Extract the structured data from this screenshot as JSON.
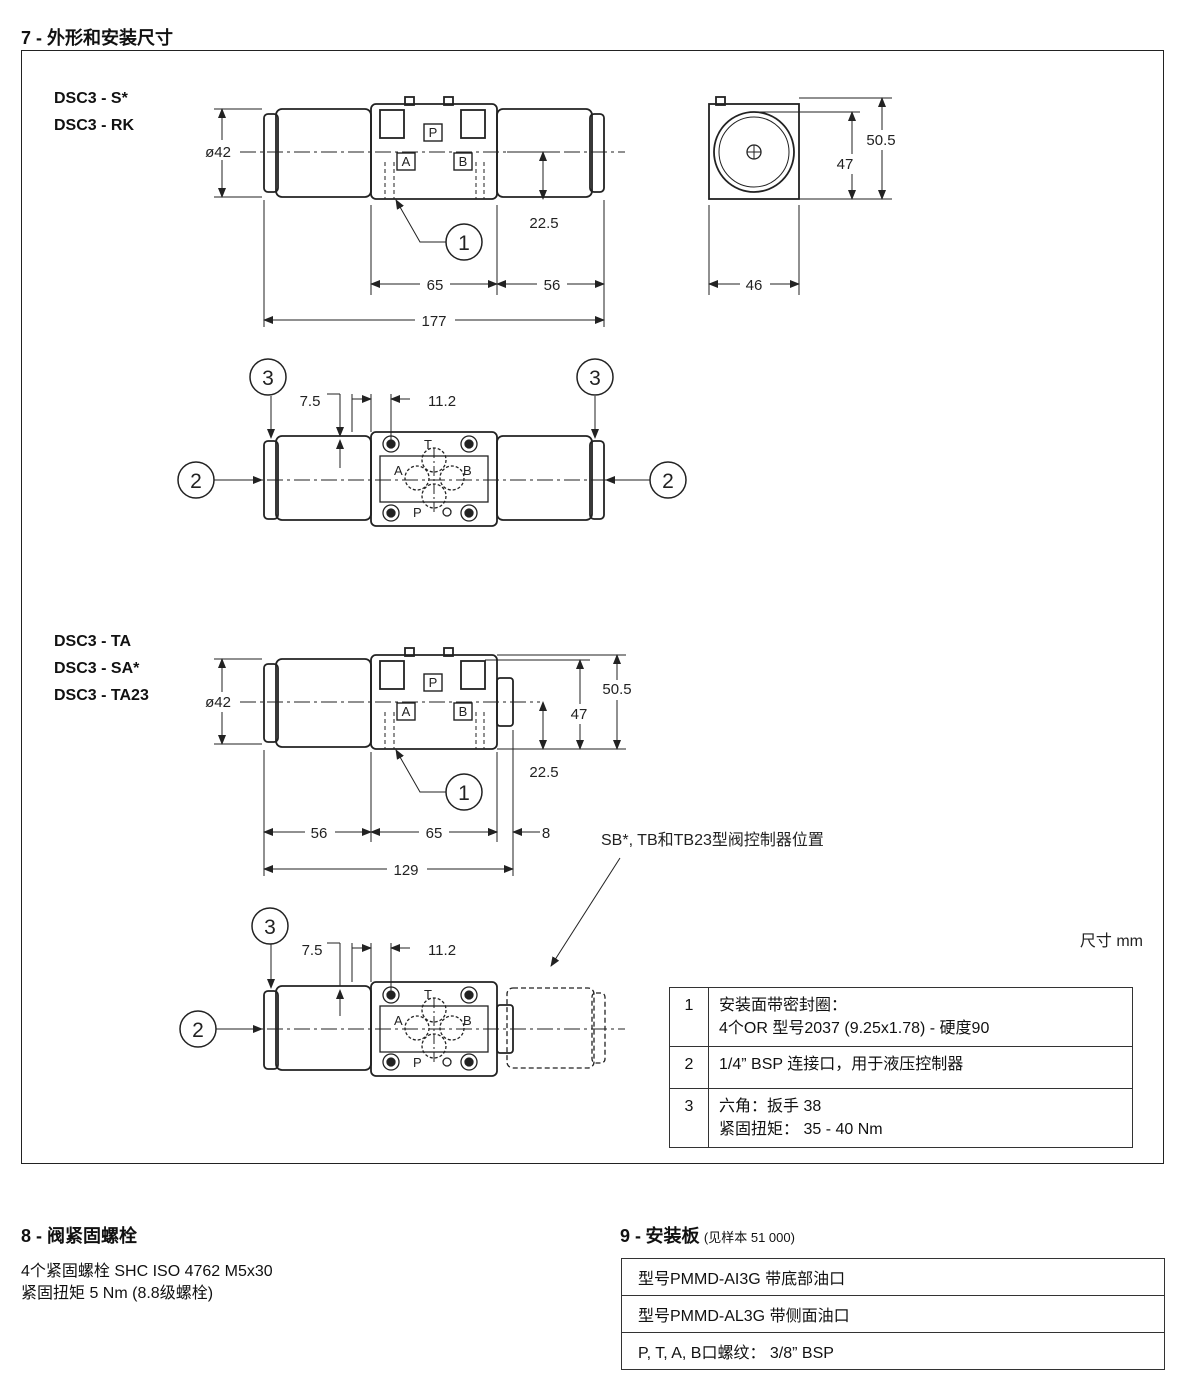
{
  "section7": {
    "number": "7 -",
    "title": "外形和安装尺寸",
    "group1_models": [
      "DSC3 - S*",
      "DSC3 - RK"
    ],
    "group2_models": [
      "DSC3 - TA",
      "DSC3 - SA*",
      "DSC3 - TA23"
    ],
    "units_note": "尺寸  mm",
    "controller_note": "SB*, TB和TB23型阀控制器位置",
    "dims": {
      "d42": "ø42",
      "d22_5": "22.5",
      "d65": "65",
      "d56": "56",
      "d177": "177",
      "d50_5": "50.5",
      "d47": "47",
      "d46": "46",
      "d7_5": "7.5",
      "d11_2": "11.2",
      "d8": "8",
      "d129": "129"
    },
    "ports": {
      "p": "P",
      "a": "A",
      "b": "B",
      "t": "T"
    },
    "callouts": {
      "c1": "1",
      "c2": "2",
      "c3": "3"
    },
    "notes": [
      {
        "num": "1",
        "lines": [
          "安装面带密封圈：",
          "4个OR 型号2037 (9.25x1.78) - 硬度90"
        ]
      },
      {
        "num": "2",
        "lines": [
          "1/4” BSP 连接口，用于液压控制器"
        ]
      },
      {
        "num": "3",
        "lines": [
          "六角：扳手 38",
          "紧固扭矩：  35 - 40 Nm"
        ]
      }
    ]
  },
  "section8": {
    "number": "8 -",
    "title": "阀紧固螺栓",
    "lines": [
      "4个紧固螺栓 SHC ISO 4762 M5x30",
      "紧固扭矩 5 Nm (8.8级螺栓)"
    ]
  },
  "section9": {
    "number": "9 -",
    "title": "安装板",
    "subtitle": "(见样本 51 000)",
    "rows": [
      "型号PMMD-AI3G 带底部油口",
      "型号PMMD-AL3G 带侧面油口",
      "P, T, A, B口螺纹：  3/8” BSP"
    ]
  }
}
